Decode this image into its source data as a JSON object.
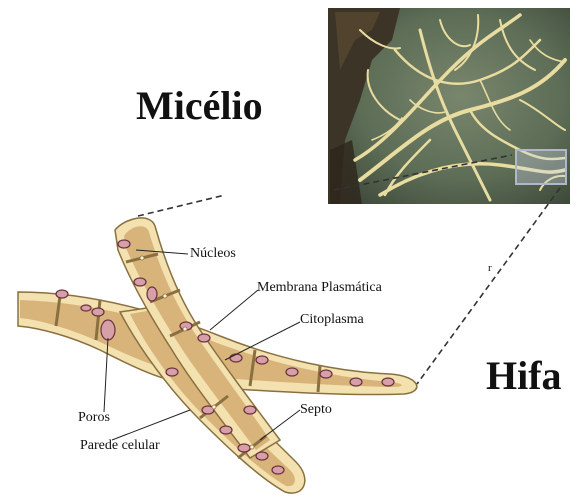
{
  "titles": {
    "mycelium": "Micélio",
    "hypha": "Hifa"
  },
  "labels": {
    "nucleos": "Núcleos",
    "membrana": "Membrana Plasmática",
    "citoplasma": "Citoplasma",
    "septo": "Septo",
    "poros": "Poros",
    "parede": "Parede celular",
    "stray_mark": "r"
  },
  "colors": {
    "hypha_wall": "#f3e2b0",
    "hypha_outline": "#8a7040",
    "cytoplasm": "#d8b47a",
    "nucleus_fill": "#d7a0a8",
    "nucleus_outline": "#6a3040",
    "photo_background": "#5d6d56",
    "photo_hyphae": "#e9dca0"
  }
}
